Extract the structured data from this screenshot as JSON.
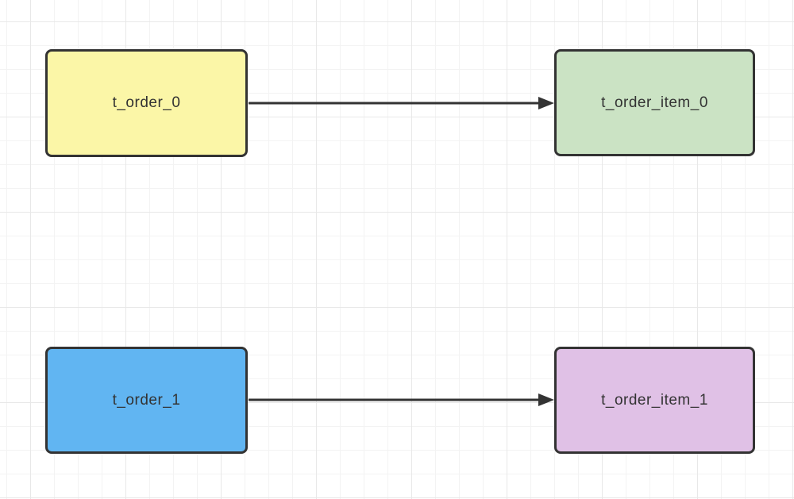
{
  "diagram": {
    "text_color": "#333333",
    "edge_color": "#333333",
    "node_border_color": "#333333",
    "nodes": [
      {
        "label": "t_order_0",
        "fill": "#FBF6A7"
      },
      {
        "label": "t_order_item_0",
        "fill": "#CBE3C4"
      },
      {
        "label": "t_order_1",
        "fill": "#61B5F2"
      },
      {
        "label": "t_order_item_1",
        "fill": "#E0C1E6"
      }
    ],
    "edges": [
      {
        "from": "t_order_0",
        "to": "t_order_item_0"
      },
      {
        "from": "t_order_1",
        "to": "t_order_item_1"
      }
    ]
  }
}
